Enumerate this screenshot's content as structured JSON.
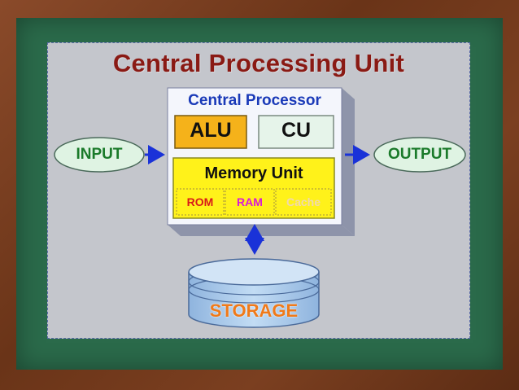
{
  "title": "Central Processing Unit",
  "processor": {
    "label": "Central Processor"
  },
  "alu": {
    "label": "ALU"
  },
  "cu": {
    "label": "CU"
  },
  "memory": {
    "label": "Memory Unit",
    "cells": [
      "ROM",
      "RAM",
      "Cache"
    ]
  },
  "input": {
    "label": "INPUT"
  },
  "output": {
    "label": "OUTPUT"
  },
  "storage": {
    "label": "STORAGE"
  },
  "colors": {
    "title": "#8a1a14",
    "processor_text": "#1a3ab8",
    "alu_fill": "#f5b21a",
    "cu_fill": "#e6f4ea",
    "memory_fill": "#fff21a",
    "rom_text": "#d81a1a",
    "ram_text": "#d81ad8",
    "cache_text": "#f0d8b0",
    "io_fill": "#dff3e3",
    "io_text": "#1a7a2a",
    "storage_fill": "#a9c9ea",
    "storage_text": "#f07a1a",
    "arrow": "#1a32d8"
  }
}
